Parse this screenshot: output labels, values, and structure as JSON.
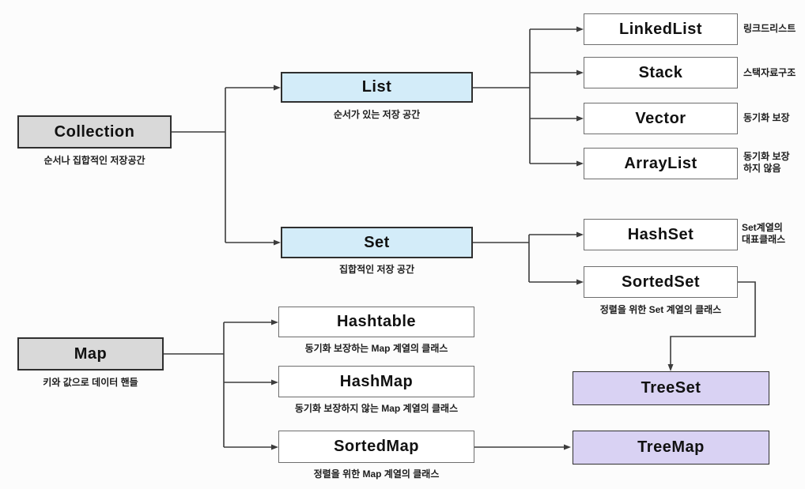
{
  "diagram": {
    "nodes": {
      "collection": {
        "label": "Collection",
        "caption": "순서나 집합적인 저장공간"
      },
      "list": {
        "label": "List",
        "caption": "순서가 있는 저장 공간"
      },
      "set": {
        "label": "Set",
        "caption": "집합적인 저장 공간"
      },
      "linkedlist": {
        "label": "LinkedList",
        "note": "링크드리스트"
      },
      "stack": {
        "label": "Stack",
        "note": "스택자료구조"
      },
      "vector": {
        "label": "Vector",
        "note": "동기화 보장"
      },
      "arraylist": {
        "label": "ArrayList",
        "note": "동기화 보장\n하지 않음"
      },
      "hashset": {
        "label": "HashSet",
        "note": "Set계열의\n대표클래스"
      },
      "sortedset": {
        "label": "SortedSet",
        "caption": "정렬을 위한 Set 계열의 클래스"
      },
      "treeset": {
        "label": "TreeSet"
      },
      "map": {
        "label": "Map",
        "caption": "키와 값으로 데이터 핸들"
      },
      "hashtable": {
        "label": "Hashtable",
        "caption": "동기화 보장하는 Map 계열의 클래스"
      },
      "hashmap": {
        "label": "HashMap",
        "caption": "동기화 보장하지 않는 Map 계열의 클래스"
      },
      "sortedmap": {
        "label": "SortedMap",
        "caption": "정렬을 위한 Map 계열의 클래스"
      },
      "treemap": {
        "label": "TreeMap"
      }
    },
    "colors": {
      "root_fill": "#d9d9d9",
      "interface_fill": "#d3ecf9",
      "class_fill": "#ffffff",
      "tree_fill": "#d9d2f3",
      "line": "#3c3c3c",
      "border_dark": "#2f2f2f",
      "border_gray": "#6e6e6e",
      "background": "#fcfcfc"
    }
  }
}
